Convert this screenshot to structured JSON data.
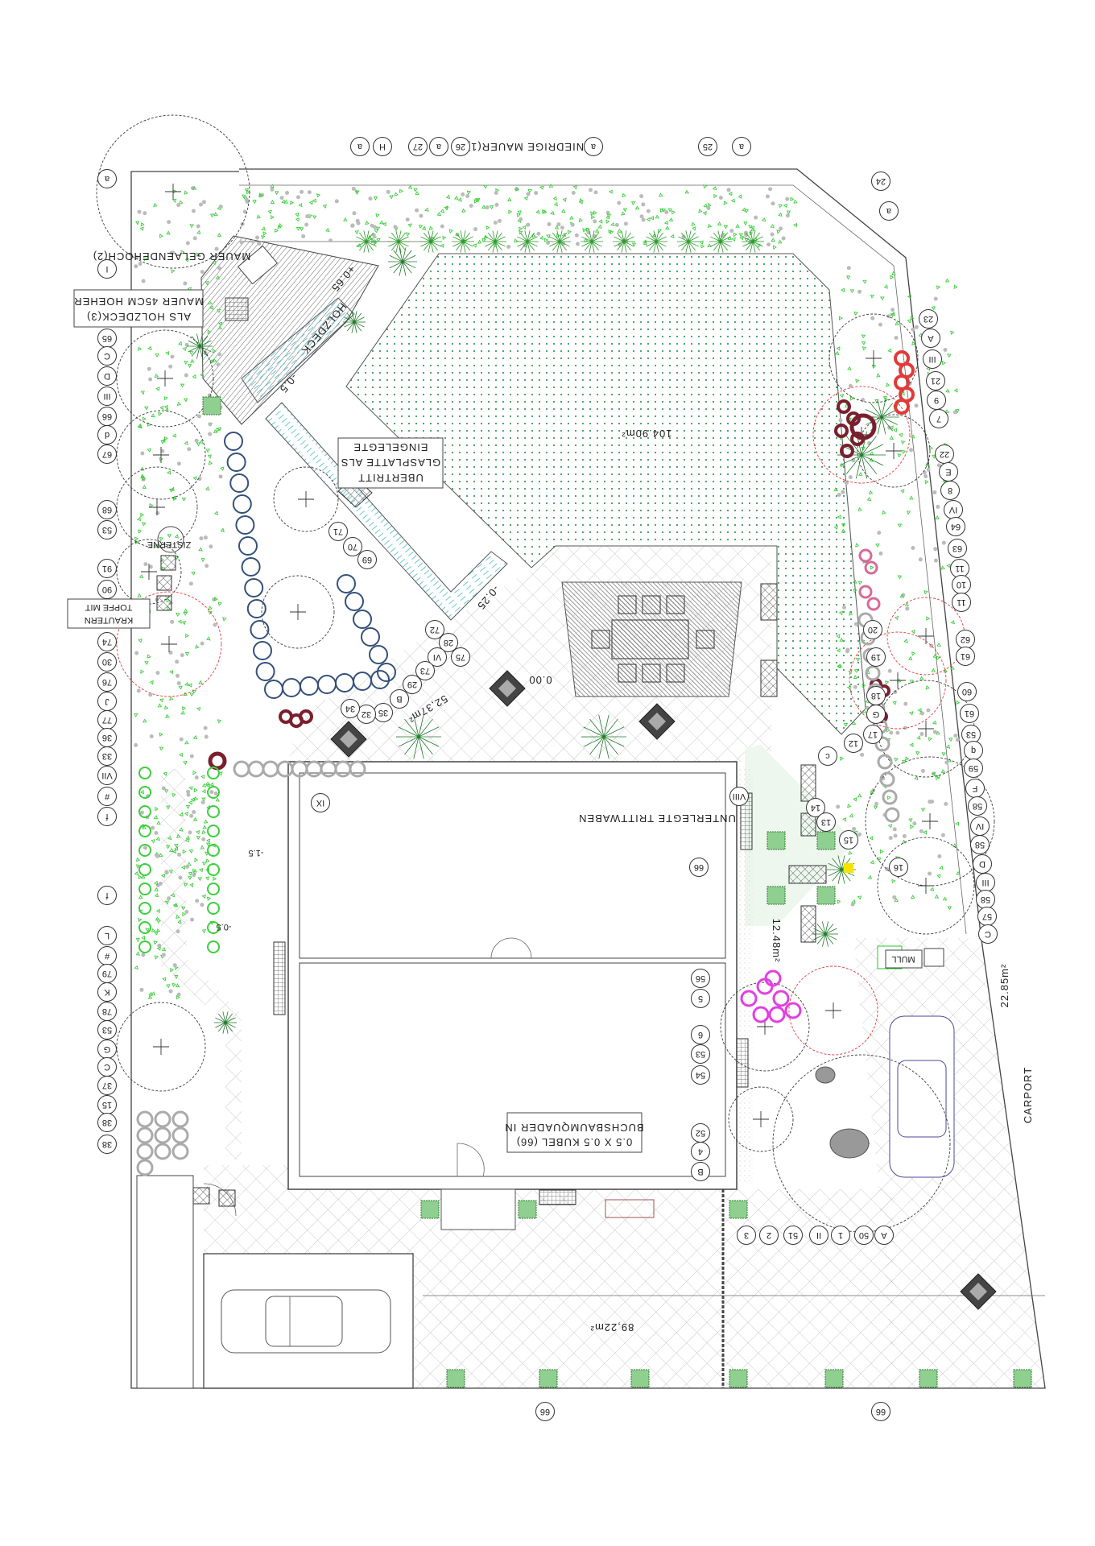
{
  "labels": {
    "low_wall": "NIEDRIGE MAUER(1)",
    "wall_ground": "MAUER GELAENDEHOCH(2)",
    "wall_high_line1": "MAUER 45CM HOEHER",
    "wall_high_line2": "ALS HOLZDECK(3)",
    "deck": "HOLZDECK",
    "deck_level": "+0.65",
    "pool_level": "-0.5",
    "glass_line1": "EINGELEGTE",
    "glass_line2": "GLASPLATTE ALS",
    "glass_line3": "UBERTRITT",
    "lawn_area": "104.90m²",
    "terrace_level": "0.00",
    "terrace_area": "52,37m²",
    "channel_level": "-0.25",
    "stepping": "UNTERLEGTE TRITTWABEN",
    "side_area": "12.48m²",
    "bins": "MULL",
    "carport_area": "22.85m²",
    "carport": "CARPORT",
    "drive_area": "89,22m²",
    "box_line1": "BUCHSBAUMQUADER IN",
    "box_line2": "0.5 X 0.5 KUBEL (66)",
    "herbs_line1": "TOPFE MIT",
    "herbs_line2": "KRAUTERN",
    "cistern": "ZISTERNE",
    "path_level1": "-1.5",
    "path_level2": "-0.5"
  },
  "colors": {
    "lawn_dot": "#3f9a5c",
    "leaf": "#3ccf3c",
    "shrub_dark": "#1f7a2a",
    "blue_shrub": "#34507a",
    "red_plant": "#e23a3a",
    "maroon_plant": "#7a1f2e",
    "magenta_plant": "#e040e0",
    "pink_plant": "#d86a9a",
    "water": "#6cc8d0",
    "box_planter": "#8fcf8f"
  },
  "callouts": [
    "a",
    "H",
    "27",
    "a",
    "26",
    "a",
    "25",
    "a",
    "24",
    "a",
    "23",
    "A",
    "III",
    "21",
    "9",
    "7",
    "22",
    "E",
    "8",
    "IV",
    "64",
    "63",
    "11",
    "10",
    "11",
    "62",
    "61",
    "60",
    "61",
    "53",
    "q",
    "59",
    "F",
    "58",
    "IV",
    "58",
    "D",
    "III",
    "58",
    "57",
    "C",
    "20",
    "19",
    "18",
    "G",
    "17",
    "12",
    "c",
    "14",
    "13",
    "15",
    "16",
    "VIII",
    "66",
    "56",
    "5",
    "6",
    "53",
    "54",
    "52",
    "4",
    "B",
    "3",
    "2",
    "51",
    "II",
    "1",
    "50",
    "A",
    "66",
    "66",
    "a",
    "I",
    "65",
    "C",
    "D",
    "III",
    "66",
    "d",
    "67",
    "68",
    "53",
    "91",
    "90",
    "74",
    "30",
    "76",
    "J",
    "77",
    "36",
    "33",
    "VII",
    "#",
    "f",
    "f",
    "L",
    "#",
    "79",
    "K",
    "78",
    "53",
    "G",
    "C",
    "37",
    "15",
    "38",
    "38",
    "71",
    "70",
    "69",
    "72",
    "28",
    "75",
    "VI",
    "73",
    "29",
    "B",
    "35",
    "32",
    "34",
    "IX"
  ]
}
